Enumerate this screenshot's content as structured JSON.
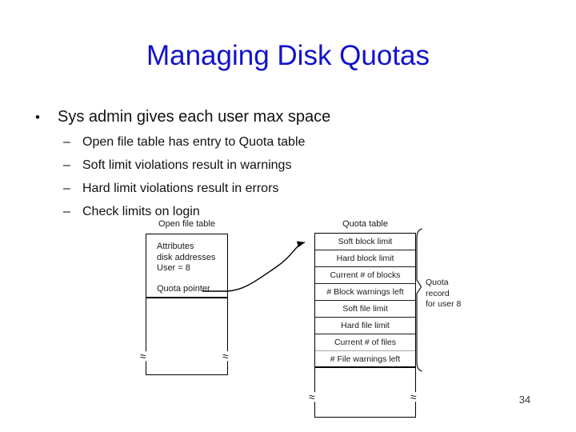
{
  "slide": {
    "title": "Managing Disk Quotas",
    "page_number": "34",
    "title_color": "#1212cc",
    "background_color": "#ffffff"
  },
  "content": {
    "bullet_glyph": "•",
    "dash_glyph": "–",
    "main_bullet": "Sys admin gives each user max space",
    "sub_bullets": [
      "Open file table has entry to Quota table",
      "Soft limit violations result in warnings",
      "Hard limit violations result in errors",
      "Check limits on login"
    ]
  },
  "diagram": {
    "open_file_table": {
      "title": "Open file table",
      "attributes_lines": "Attributes\ndisk addresses\nUser = 8",
      "pointer_label": "Quota pointer"
    },
    "quota_table": {
      "title": "Quota table",
      "rows": [
        "Soft block limit",
        "Hard block limit",
        "Current # of blocks",
        "# Block warnings left",
        "Soft file limit",
        "Hard file limit",
        "Current # of files",
        "# File warnings left"
      ]
    },
    "brace_label": "Quota\nrecord\nfor user 8",
    "break_mark_glyph": "≈"
  }
}
